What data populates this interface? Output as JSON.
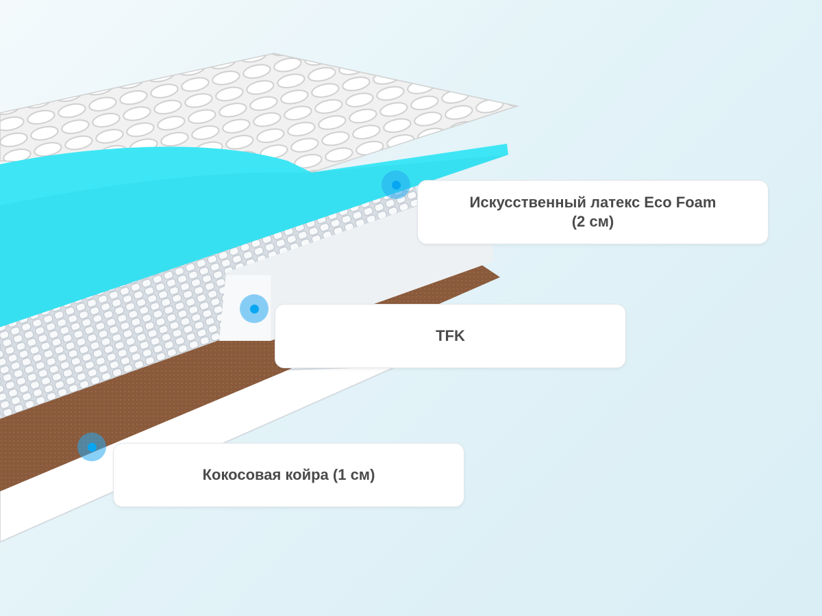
{
  "layers": [
    {
      "label": "Искусственный латекс Eco Foam\n(2 см)",
      "line1": "Искусственный латекс Eco Foam",
      "line2": "(2 см)"
    },
    {
      "label": "TFK"
    },
    {
      "label": "Кокосовая койра (1 см)"
    }
  ],
  "colors": {
    "latex": "#3ee6f5",
    "coir": "#8a5a3c",
    "marker": "#08a6f2"
  }
}
